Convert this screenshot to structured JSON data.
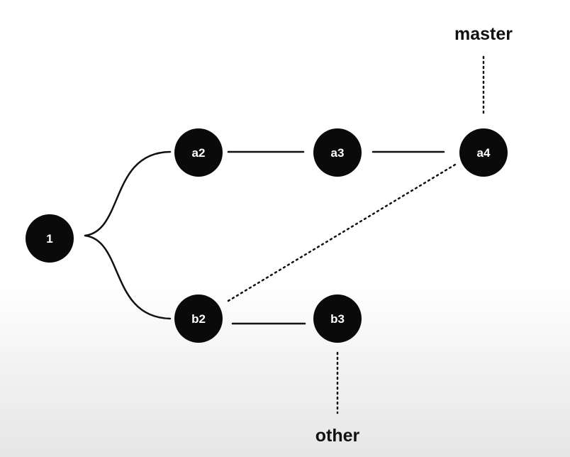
{
  "nodes": {
    "n1": {
      "label": "1"
    },
    "a2": {
      "label": "a2"
    },
    "a3": {
      "label": "a3"
    },
    "a4": {
      "label": "a4"
    },
    "b2": {
      "label": "b2"
    },
    "b3": {
      "label": "b3"
    }
  },
  "branches": {
    "master": {
      "label": "master"
    },
    "other": {
      "label": "other"
    }
  }
}
